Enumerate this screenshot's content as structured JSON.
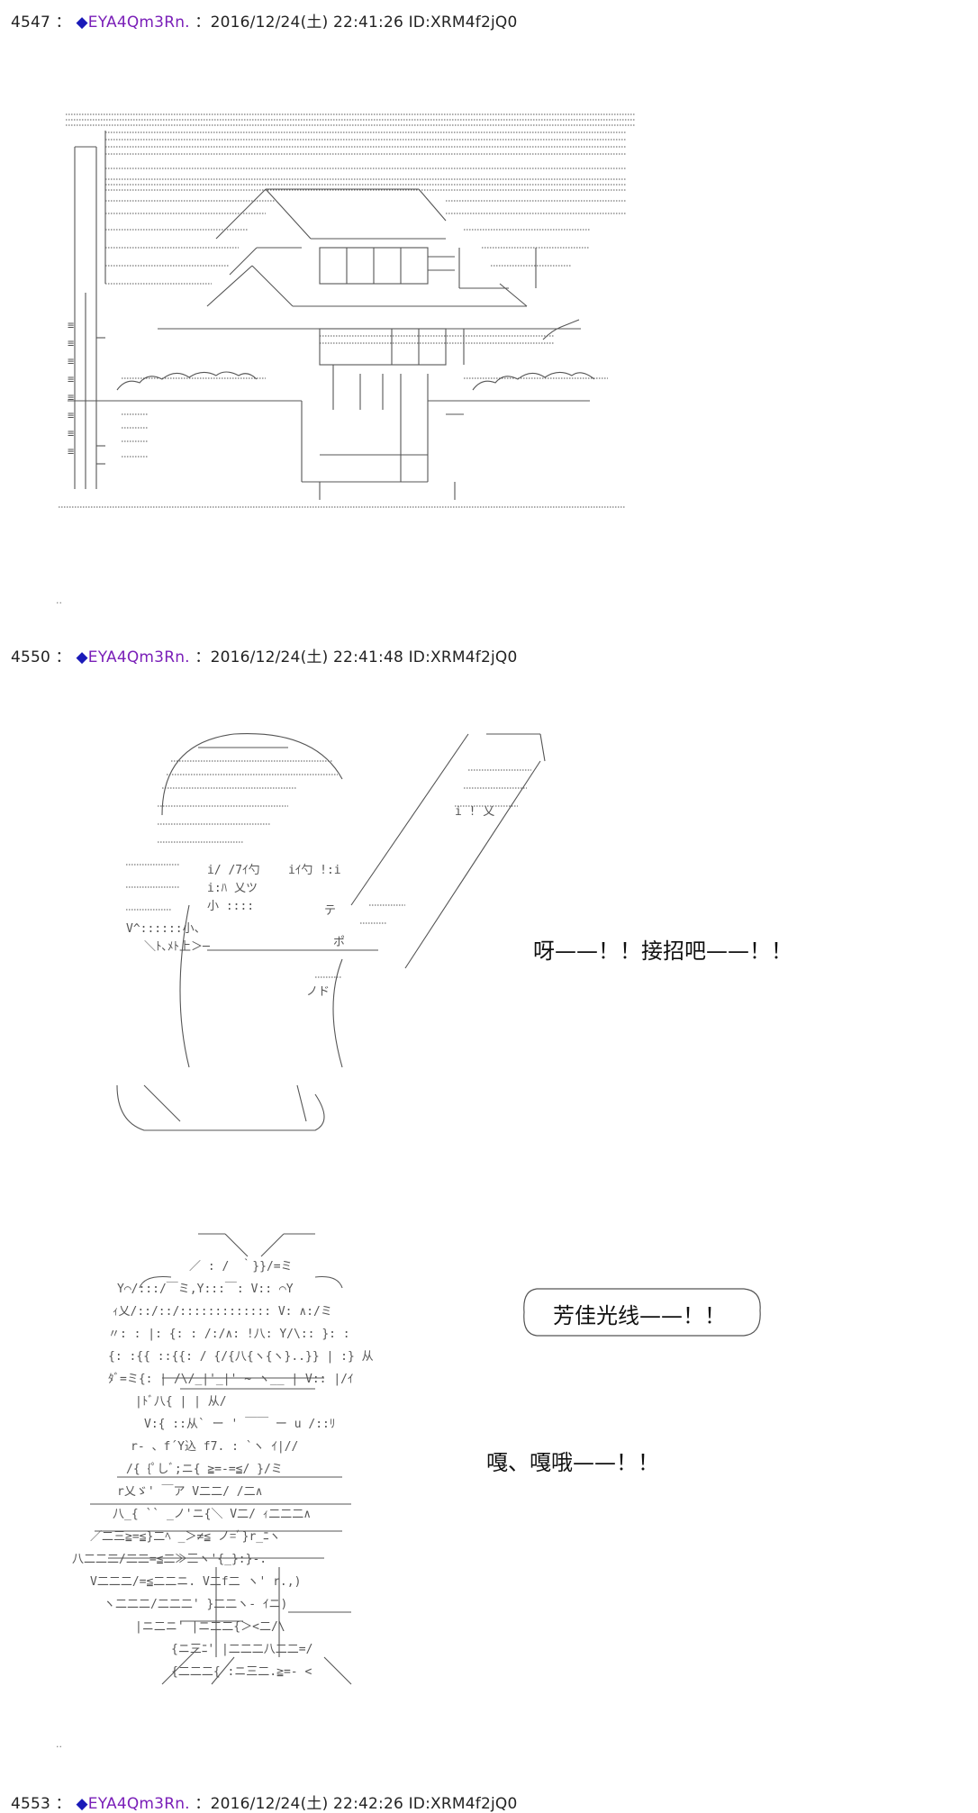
{
  "posts": [
    {
      "number": "4547",
      "separator": " ： ",
      "diamond": "◆",
      "trip": "EYA4Qm3Rn.",
      "meta": " ：2016/12/24(土) 22:41:26 ID:XRM4f2jQ0"
    },
    {
      "number": "4550",
      "separator": " ： ",
      "diamond": "◆",
      "trip": "EYA4Qm3Rn.",
      "meta": " ：2016/12/24(土) 22:41:48 ID:XRM4f2jQ0"
    },
    {
      "number": "4553",
      "separator": " ： ",
      "diamond": "◆",
      "trip": "EYA4Qm3Rn.",
      "meta": " ：2016/12/24(土) 22:42:26 ID:XRM4f2jQ0"
    }
  ],
  "dialog": {
    "line1": "呀——！！接招吧——！！",
    "bubble": "芳佳光线——！！",
    "line2": "嘎、嘎哦——！！"
  },
  "dots": [
    "..",
    "..",
    ".."
  ],
  "colors": {
    "diamond": "#1a1ab8",
    "trip": "#7a1fb8",
    "art": "#555555"
  }
}
